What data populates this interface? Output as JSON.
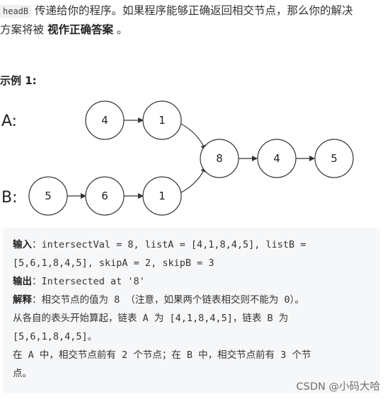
{
  "intro": {
    "code_term": "headB",
    "line1_text": " 传递给你的程序。如果程序能够正确返回相交节点，那么你的解决",
    "line2_text": "方案将被 ",
    "bold_term": "视作正确答案",
    "line2_end": " 。"
  },
  "example": {
    "title": "示例 1:"
  },
  "diagram": {
    "label_a": "A:",
    "label_b": "B:",
    "nodes": [
      {
        "id": "a1",
        "value": "4"
      },
      {
        "id": "a2",
        "value": "1"
      },
      {
        "id": "b1",
        "value": "5"
      },
      {
        "id": "b2",
        "value": "6"
      },
      {
        "id": "b3",
        "value": "1"
      },
      {
        "id": "c1",
        "value": "8"
      },
      {
        "id": "c2",
        "value": "4"
      },
      {
        "id": "c3",
        "value": "5"
      }
    ]
  },
  "code": {
    "input_label": "输入",
    "input_line1": "：intersectVal = 8, listA = [4,1,8,4,5], listB =",
    "input_line2": "[5,6,1,8,4,5], skipA = 2, skipB = 3",
    "output_label": "输出",
    "output_value": "：Intersected at '8'",
    "explain_label": "解释",
    "explain_line1": "：相交节点的值为 8 （注意，如果两个链表相交则不能为 0）。",
    "explain_line2": "从各自的表头开始算起，链表 A 为 [4,1,8,4,5]，链表 B 为",
    "explain_line3": "[5,6,1,8,4,5]。",
    "explain_line4": "在 A 中，相交节点前有 2 个节点；在 B 中，相交节点前有 3 个节",
    "explain_line5": "点。"
  },
  "watermark": "CSDN @小码大哈"
}
